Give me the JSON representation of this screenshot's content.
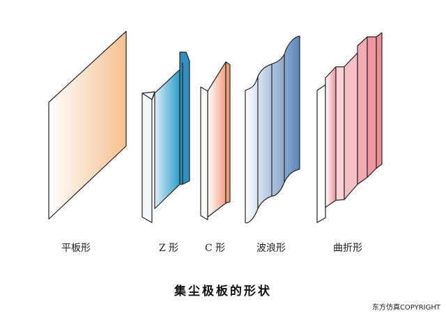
{
  "labels": {
    "flat": "平板形",
    "z": "Z 形",
    "c": "C 形",
    "wave": "波浪形",
    "zigzag": "曲折形"
  },
  "title": "集尘极板的形状",
  "copyright": "东方仿真COPYRIGHT",
  "colors": {
    "flat": "#f6c08f",
    "z": "#2f9cc8",
    "c": "#f4a080",
    "wave": "#5b86bb",
    "zigzag": "#f2929b"
  }
}
